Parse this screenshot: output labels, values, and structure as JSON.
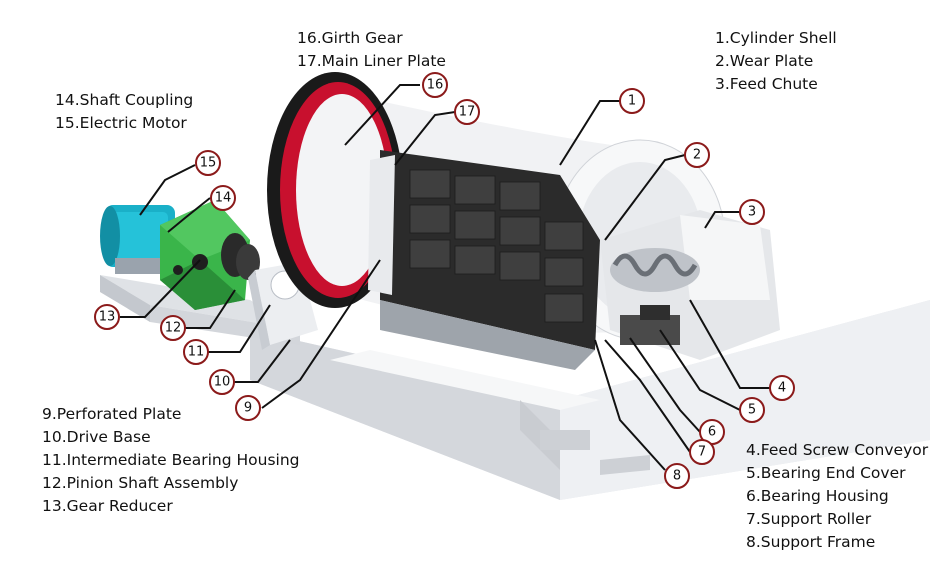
{
  "legend_groups": [
    {
      "id": "leg-a",
      "items": [
        "1.Cylinder Shell",
        "2.Wear Plate",
        "3.Feed Chute"
      ]
    },
    {
      "id": "leg-b",
      "items": [
        "16.Girth Gear",
        "17.Main Liner Plate"
      ]
    },
    {
      "id": "leg-c",
      "items": [
        "14.Shaft Coupling",
        "15.Electric Motor"
      ]
    },
    {
      "id": "leg-d",
      "items": [
        "9.Perforated Plate",
        "10.Drive Base",
        "11.Intermediate Bearing Housing",
        "12.Pinion Shaft Assembly",
        "13.Gear Reducer"
      ]
    },
    {
      "id": "leg-e",
      "items": [
        "4.Feed Screw Conveyor",
        "5.Bearing End Cover",
        "6.Bearing Housing",
        "7.Support Roller",
        "8.Support Frame"
      ]
    }
  ],
  "callouts": [
    "1",
    "2",
    "3",
    "4",
    "5",
    "6",
    "7",
    "8",
    "9",
    "10",
    "11",
    "12",
    "13",
    "14",
    "15",
    "16",
    "17"
  ],
  "colors": {
    "callout_ring": "#8b1a1a",
    "leader_line": "#111111",
    "girth_gear": "#c8102e",
    "motor": "#1ab0c8",
    "reducer": "#3ab54a",
    "liner": "#2b2b2b",
    "frame": "#e6e8ec"
  }
}
